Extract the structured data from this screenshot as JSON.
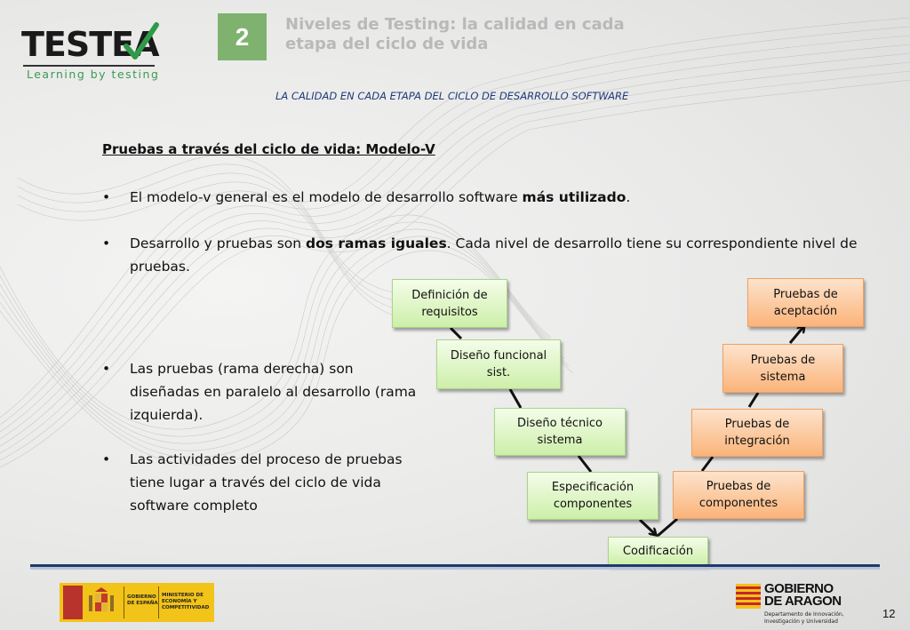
{
  "header": {
    "logo_text": "TESTEA",
    "logo_tagline": "Learning by testing",
    "section_number": "2",
    "title_line1": "Niveles de Testing: la calidad en cada",
    "title_line2": "etapa del ciclo de vida",
    "subtitle": "LA CALIDAD EN CADA ETAPA DEL CICLO DE DESARROLLO SOFTWARE"
  },
  "content": {
    "heading": "Pruebas a través del ciclo de vida: Modelo-V",
    "bullet_symbol": "•",
    "bullets": [
      {
        "pre": "El modelo-v general es el modelo de desarrollo software ",
        "bold": "más utilizado",
        "post": "."
      },
      {
        "pre": "Desarrollo y pruebas son ",
        "bold": "dos ramas iguales",
        "post": ". Cada nivel de desarrollo tiene su correspondiente nivel de pruebas."
      },
      {
        "pre": "Las pruebas (rama derecha) son diseñadas en paralelo al desarrollo (rama izquierda).",
        "bold": "",
        "post": ""
      },
      {
        "pre": "Las actividades del proceso de pruebas tiene lugar a través del ciclo de vida software completo",
        "bold": "",
        "post": ""
      }
    ]
  },
  "v_model": {
    "development": [
      "Definición de requisitos",
      "Diseño funcional sist.",
      "Diseño técnico sistema",
      "Especificación componentes"
    ],
    "center": "Codificación",
    "testing": [
      "Pruebas de componentes",
      "Pruebas de integración",
      "Pruebas de sistema",
      "Pruebas de aceptación"
    ],
    "colors": {
      "development": "#d6f2b6",
      "testing": "#fcc08c"
    }
  },
  "footer": {
    "spain_label1": "GOBIERNO DE ESPAÑA",
    "spain_label2": "MINISTERIO DE ECONOMÍA Y COMPETITIVIDAD",
    "aragon_line1": "GOBIERNO",
    "aragon_line2": "DE ARAGON",
    "aragon_dept": "Departamento de Innovación, Investigación y Universidad",
    "page_number": "12"
  }
}
